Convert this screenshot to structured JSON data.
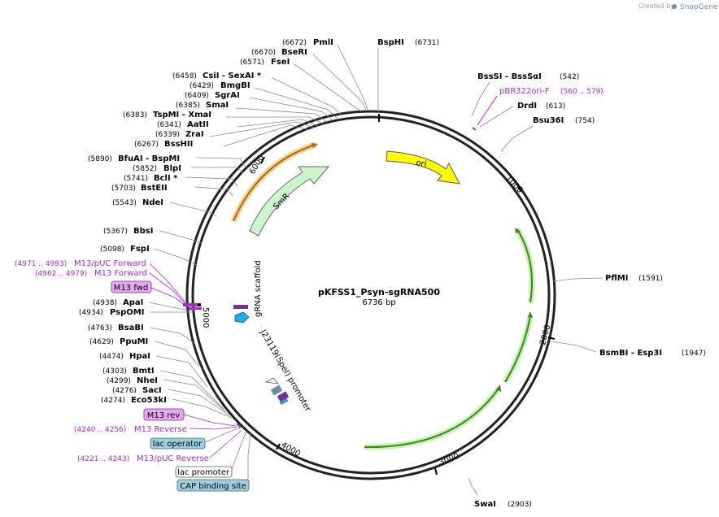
{
  "credit": {
    "prefix": "Created by",
    "brand": "SnapGene"
  },
  "plasmid": {
    "name": "pKFSS1_Psyn-sgRNA500",
    "size": "6736 bp"
  },
  "ticks": [
    "1000",
    "2000",
    "3000",
    "4000",
    "5000",
    "6000"
  ],
  "sites_top": [
    {
      "pos": "(6672)",
      "name": "PmlI"
    },
    {
      "pos": "(6670)",
      "name": "BseRI"
    },
    {
      "pos": "(6571)",
      "name": "FseI"
    },
    {
      "pos": "(6458)",
      "name": "CsiI   - SexAI *"
    },
    {
      "pos": "(6429)",
      "name": "BmgBI"
    },
    {
      "pos": "(6409)",
      "name": "SgrAI"
    },
    {
      "pos": "(6385)",
      "name": "SmaI"
    },
    {
      "pos": "(6383)",
      "name": "TspMI   - XmaI"
    },
    {
      "pos": "(6341)",
      "name": "AatII"
    },
    {
      "pos": "(6339)",
      "name": "ZraI"
    },
    {
      "pos": "(6267)",
      "name": "BssHII"
    }
  ],
  "sites_left": [
    {
      "pos": "(5890)",
      "name": "BfuAI   - BspMI"
    },
    {
      "pos": "(5852)",
      "name": "BlpI"
    },
    {
      "pos": "(5741)",
      "name": "BclI *"
    },
    {
      "pos": "(5703)",
      "name": "BstEII"
    },
    {
      "pos": "(5543)",
      "name": "NdeI"
    },
    {
      "pos": "(5367)",
      "name": "BbsI"
    },
    {
      "pos": "(5098)",
      "name": "FspI"
    }
  ],
  "sites_lower_left": [
    {
      "pos": "(4938)",
      "name": "ApaI"
    },
    {
      "pos": "(4934)",
      "name": "PspOMI"
    },
    {
      "pos": "(4763)",
      "name": "BsaBI"
    },
    {
      "pos": "(4629)",
      "name": "PpuMI"
    },
    {
      "pos": "(4474)",
      "name": "HpaI"
    },
    {
      "pos": "(4303)",
      "name": "BmtI"
    },
    {
      "pos": "(4299)",
      "name": "NheI"
    },
    {
      "pos": "(4276)",
      "name": "SacI"
    },
    {
      "pos": "(4274)",
      "name": "Eco53kI"
    }
  ],
  "sites_right": [
    {
      "name": "BspHI",
      "pos": "(6731)"
    },
    {
      "name": "BssSI   - BssSαI",
      "pos": "(542)"
    },
    {
      "name": "DrdI",
      "pos": "(613)"
    },
    {
      "name": "Bsu36I",
      "pos": "(754)"
    },
    {
      "name": "PflMI",
      "pos": "(1591)"
    },
    {
      "name": "BsmBI   - Esp3I",
      "pos": "(1947)"
    },
    {
      "name": "SwaI",
      "pos": "(2903)"
    }
  ],
  "primers": {
    "pbr322": {
      "name": "pBR322ori-F",
      "pos": "(560 .. 579)"
    },
    "m13puc_fwd": {
      "pos": "(4971 .. 4993)",
      "name": "M13/pUC Forward"
    },
    "m13_fwd_long": {
      "pos": "(4962 .. 4979)",
      "name": "M13 Forward"
    },
    "m13_fwd_box": "M13 fwd",
    "m13_rev_box": "M13 rev",
    "m13_reverse": {
      "pos": "(4240 .. 4256)",
      "name": "M13 Reverse"
    },
    "m13puc_rev": {
      "pos": "(4221 .. 4243)",
      "name": "M13/pUC Reverse"
    }
  },
  "boxes": {
    "lac_operator": "lac operator",
    "lac_promoter": "lac promoter",
    "cap_site": "CAP binding site"
  },
  "features": {
    "ori": "ori",
    "smr": "SmR",
    "grna": "gRNA scaffold",
    "j23119": "J23119(SpeI) promoter"
  },
  "colors": {
    "ori": "#ffff00",
    "smr": "#ccf5cc",
    "orange_arc": "#e8a33a",
    "green_arc": "#9be07a",
    "primer": "#a32bd0",
    "primer_box": "#e7a8f0",
    "lac_operator": "#9fcfdc",
    "cap_site": "#9fcfdc",
    "grna_arrow": "#1cb0e6"
  }
}
